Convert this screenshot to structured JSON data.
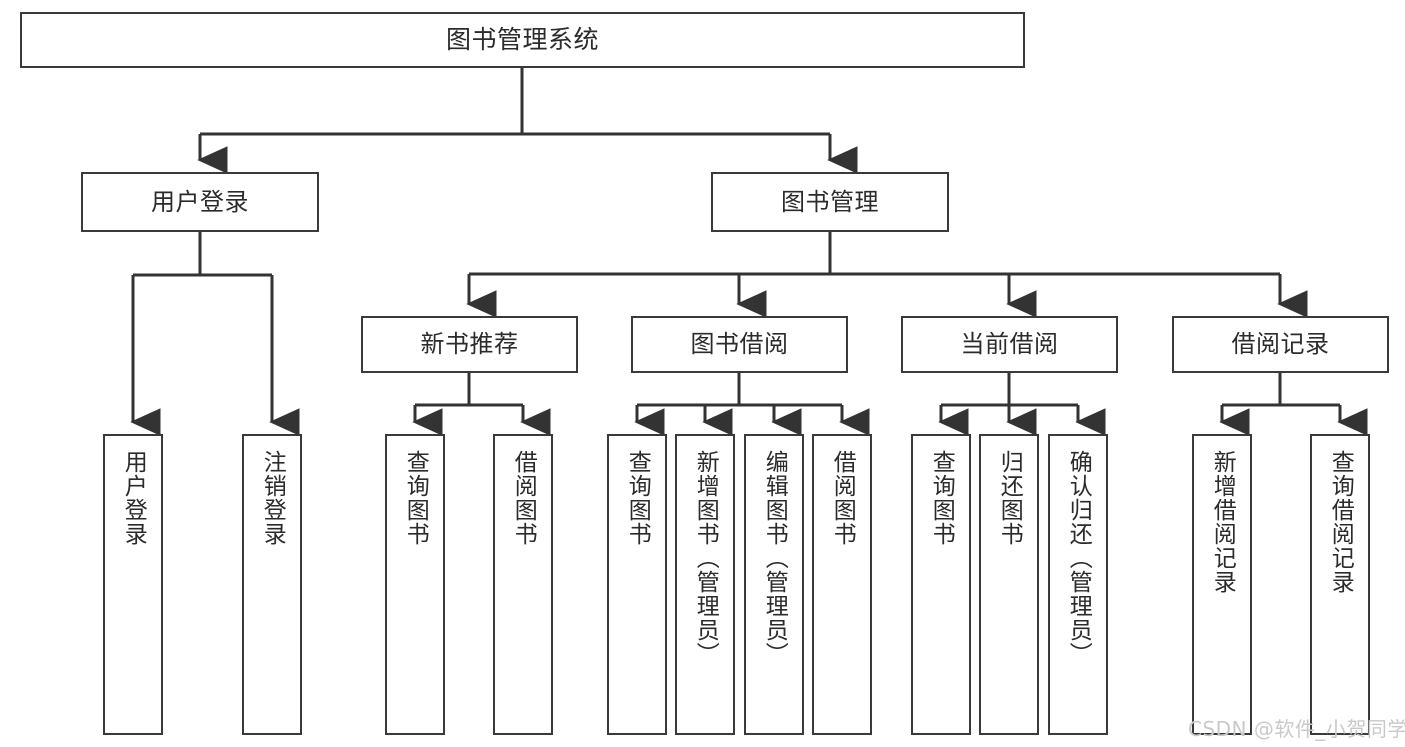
{
  "diagram": {
    "title": "图书管理系统",
    "type": "tree",
    "orientation": "top-down",
    "colors": {
      "box_border": "#3a3a3a",
      "box_fill": "#ffffff",
      "edge": "#333333",
      "text": "#2b2b2b",
      "background": "#ffffff",
      "watermark": "#c9c9c9"
    }
  },
  "watermark": {
    "text": "CSDN @软件_小贺同学"
  },
  "nodes": {
    "root": {
      "label": "图书管理系统"
    },
    "level2": [
      {
        "id": "user-login",
        "label": "用户登录"
      },
      {
        "id": "book-management",
        "label": "图书管理"
      }
    ],
    "level3": [
      {
        "id": "new-book-recommend",
        "label": "新书推荐"
      },
      {
        "id": "book-borrow",
        "label": "图书借阅"
      },
      {
        "id": "current-borrow",
        "label": "当前借阅"
      },
      {
        "id": "borrow-record",
        "label": "借阅记录"
      }
    ],
    "leaves": {
      "user_login": [
        {
          "id": "leaf-user-login",
          "label": "用户登录"
        },
        {
          "id": "leaf-logout-login",
          "label": "注销登录"
        }
      ],
      "new_book_recommend": [
        {
          "id": "leaf-query-book-1",
          "label": "查询图书"
        },
        {
          "id": "leaf-borrow-book-1",
          "label": "借阅图书"
        }
      ],
      "book_borrow": [
        {
          "id": "leaf-query-book-2",
          "label": "查询图书"
        },
        {
          "id": "leaf-add-book",
          "label": "新增图书（管理员）"
        },
        {
          "id": "leaf-edit-book",
          "label": "编辑图书（管理员）"
        },
        {
          "id": "leaf-borrow-book-2",
          "label": "借阅图书"
        }
      ],
      "current_borrow": [
        {
          "id": "leaf-query-book-3",
          "label": "查询图书"
        },
        {
          "id": "leaf-return-book",
          "label": "归还图书"
        },
        {
          "id": "leaf-confirm-return",
          "label": "确认归还（管理员）"
        }
      ],
      "borrow_record": [
        {
          "id": "leaf-add-borrow-record",
          "label": "新增借阅记录"
        },
        {
          "id": "leaf-query-borrow-record",
          "label": "查询借阅记录"
        }
      ]
    }
  }
}
